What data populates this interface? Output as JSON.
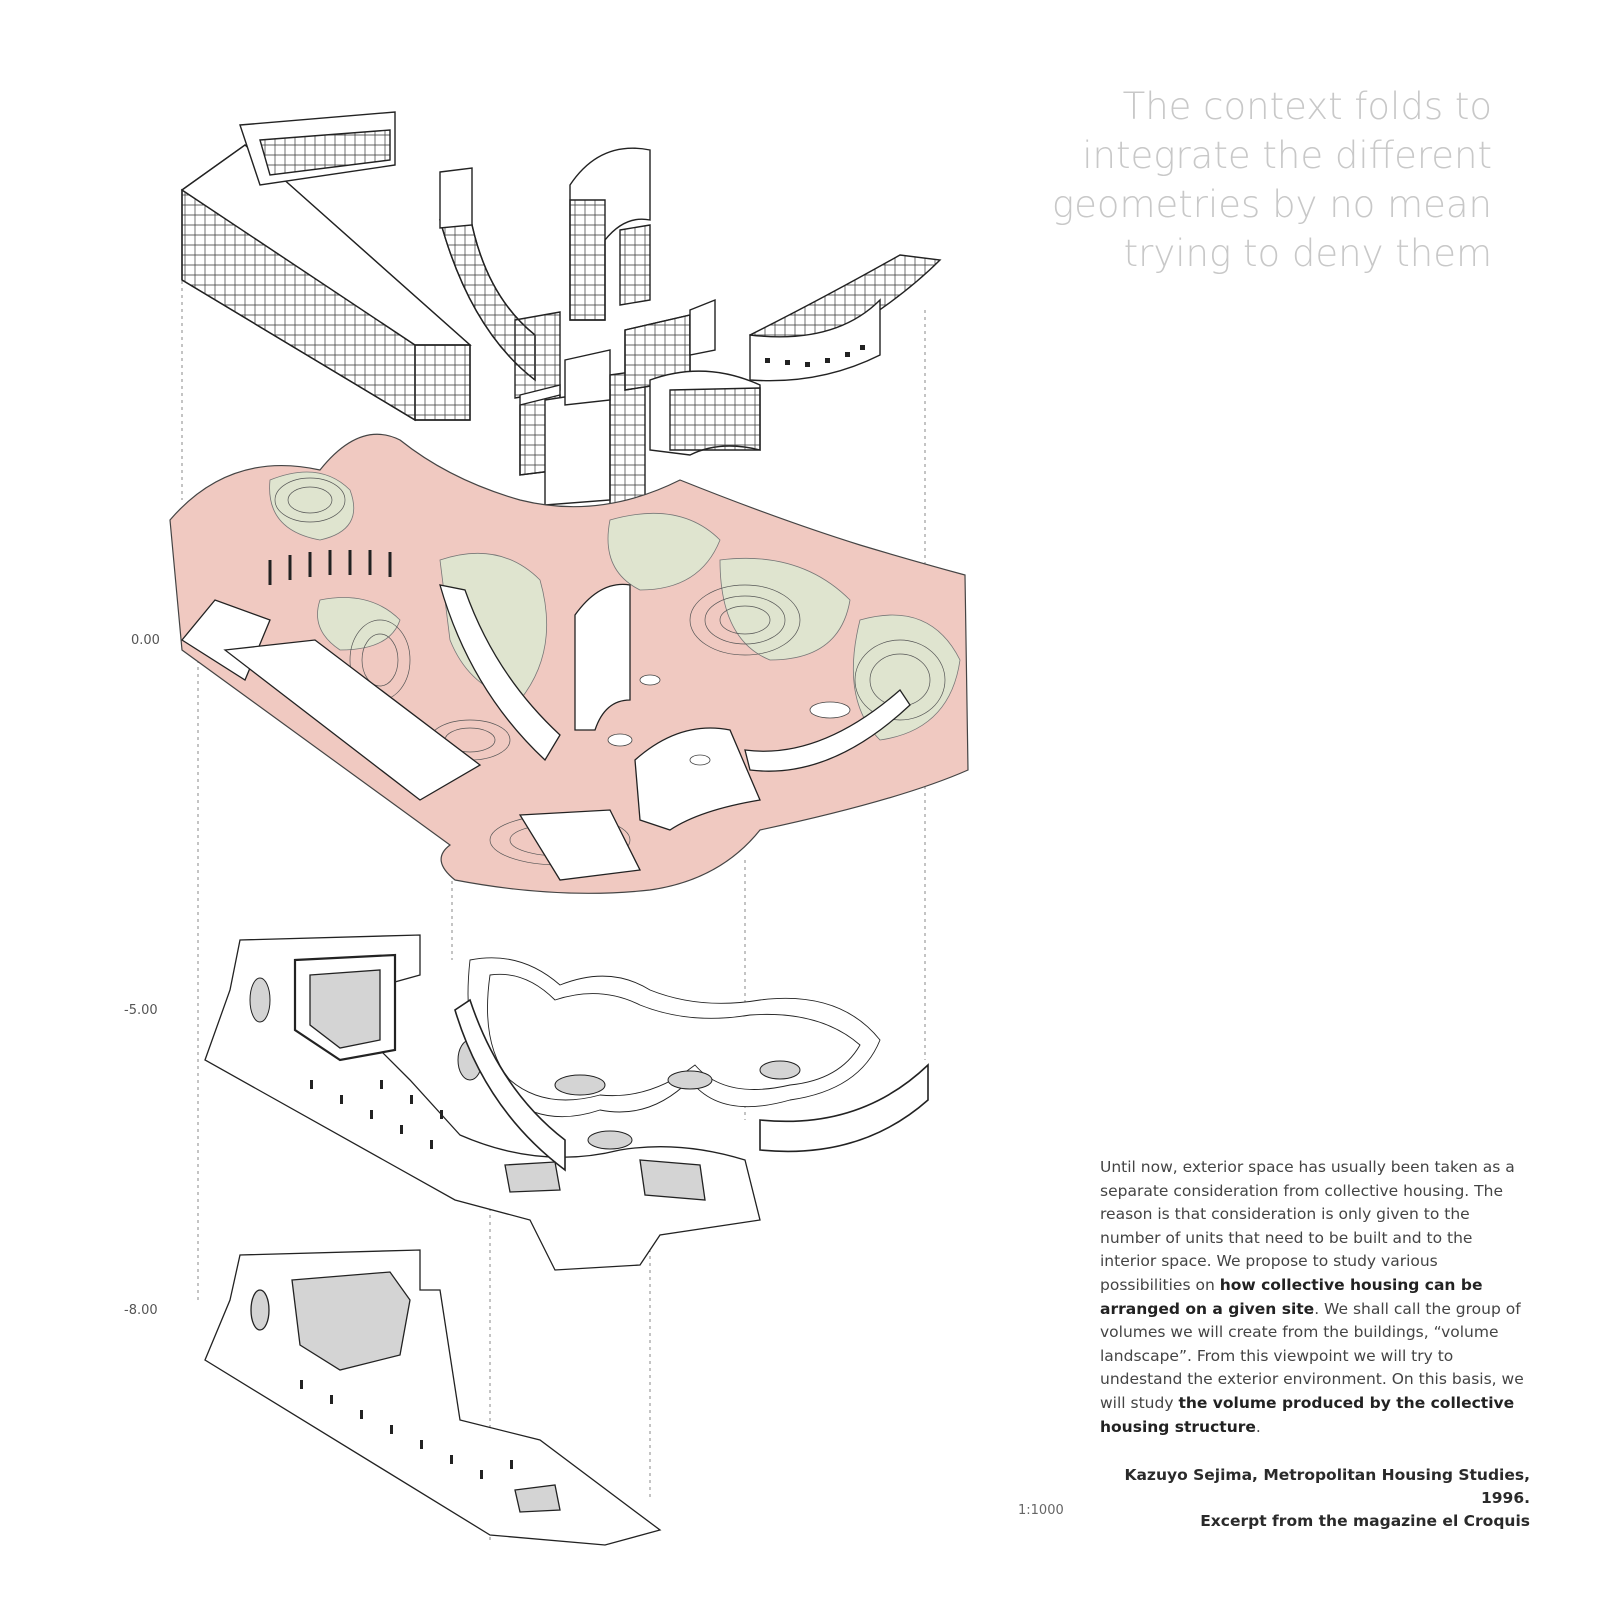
{
  "headline": {
    "lines": [
      "The context folds to",
      "integrate the different",
      "geometries by no mean",
      "trying to deny them"
    ]
  },
  "levels": {
    "ground": "0.00",
    "lower": "-5.00",
    "lowest": "-8.00"
  },
  "scale": "1:1000",
  "paragraph": {
    "p1": "Until now, exterior space has usually been taken as a separate consideration from collective housing. The reason is that consideration is only given to the number of units that need to be built and to the interior space. We propose to study various possibilities on ",
    "b1": "how collective housing can be arranged on a given site",
    "p2": ". We shall call the group of volumes we will create from the buildings, “volume landscape”. From this viewpoint we will try to undestand the exterior environment. On this basis, we will study ",
    "b2": "the volume produced by the collective housing structure",
    "p3": "."
  },
  "citation": {
    "line1": "Kazuyo Sejima, Metropolitan Housing Studies, 1996.",
    "line2": "Excerpt from the magazine el Croquis"
  },
  "colors": {
    "terrain": "#f0c9c1",
    "vegetation": "#dfe4cf",
    "line": "#222222",
    "cut_fill": "#d4d4d4",
    "headline": "#c8c8c8"
  }
}
